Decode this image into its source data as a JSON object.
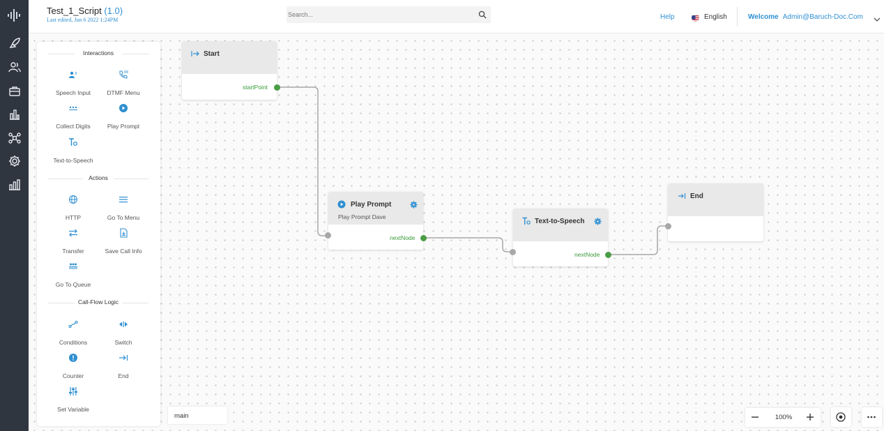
{
  "header": {
    "script_name": "Test_1_Script",
    "version": "(1.0)",
    "last_edited": "Last edited, Jun 6 2022 1:24PM",
    "search_placeholder": "Search...",
    "help": "Help",
    "language": "English",
    "welcome": "Welcome",
    "user": "Admin@Baruch-Doc.Com"
  },
  "palette": {
    "sections": {
      "interactions": "Interactions",
      "actions": "Actions",
      "logic": "Call-Flow Logic"
    },
    "interactions": [
      "Speech Input",
      "DTMF Menu",
      "Collect Digits",
      "Play Prompt",
      "Text-to-Speech"
    ],
    "actions": [
      "HTTP",
      "Go To Menu",
      "Transfer",
      "Save Call Info",
      "Go To Queue"
    ],
    "logic": [
      "Conditions",
      "Switch",
      "Counter",
      "End",
      "Set Variable"
    ]
  },
  "nodes": {
    "start": {
      "title": "Start",
      "port": "startPoint"
    },
    "play_prompt": {
      "title": "Play Prompt",
      "subtitle": "Play Prompt Dave",
      "port": "nextNode"
    },
    "tts": {
      "title": "Text-to-Speech",
      "port": "nextNode"
    },
    "end": {
      "title": "End"
    }
  },
  "footer": {
    "flow_tab": "main",
    "zoom_level": "100%"
  },
  "colors": {
    "accent": "#2f8fd1",
    "rail": "#2f3640",
    "port_out": "#4a9d45",
    "port_in": "#a8a8a8"
  }
}
